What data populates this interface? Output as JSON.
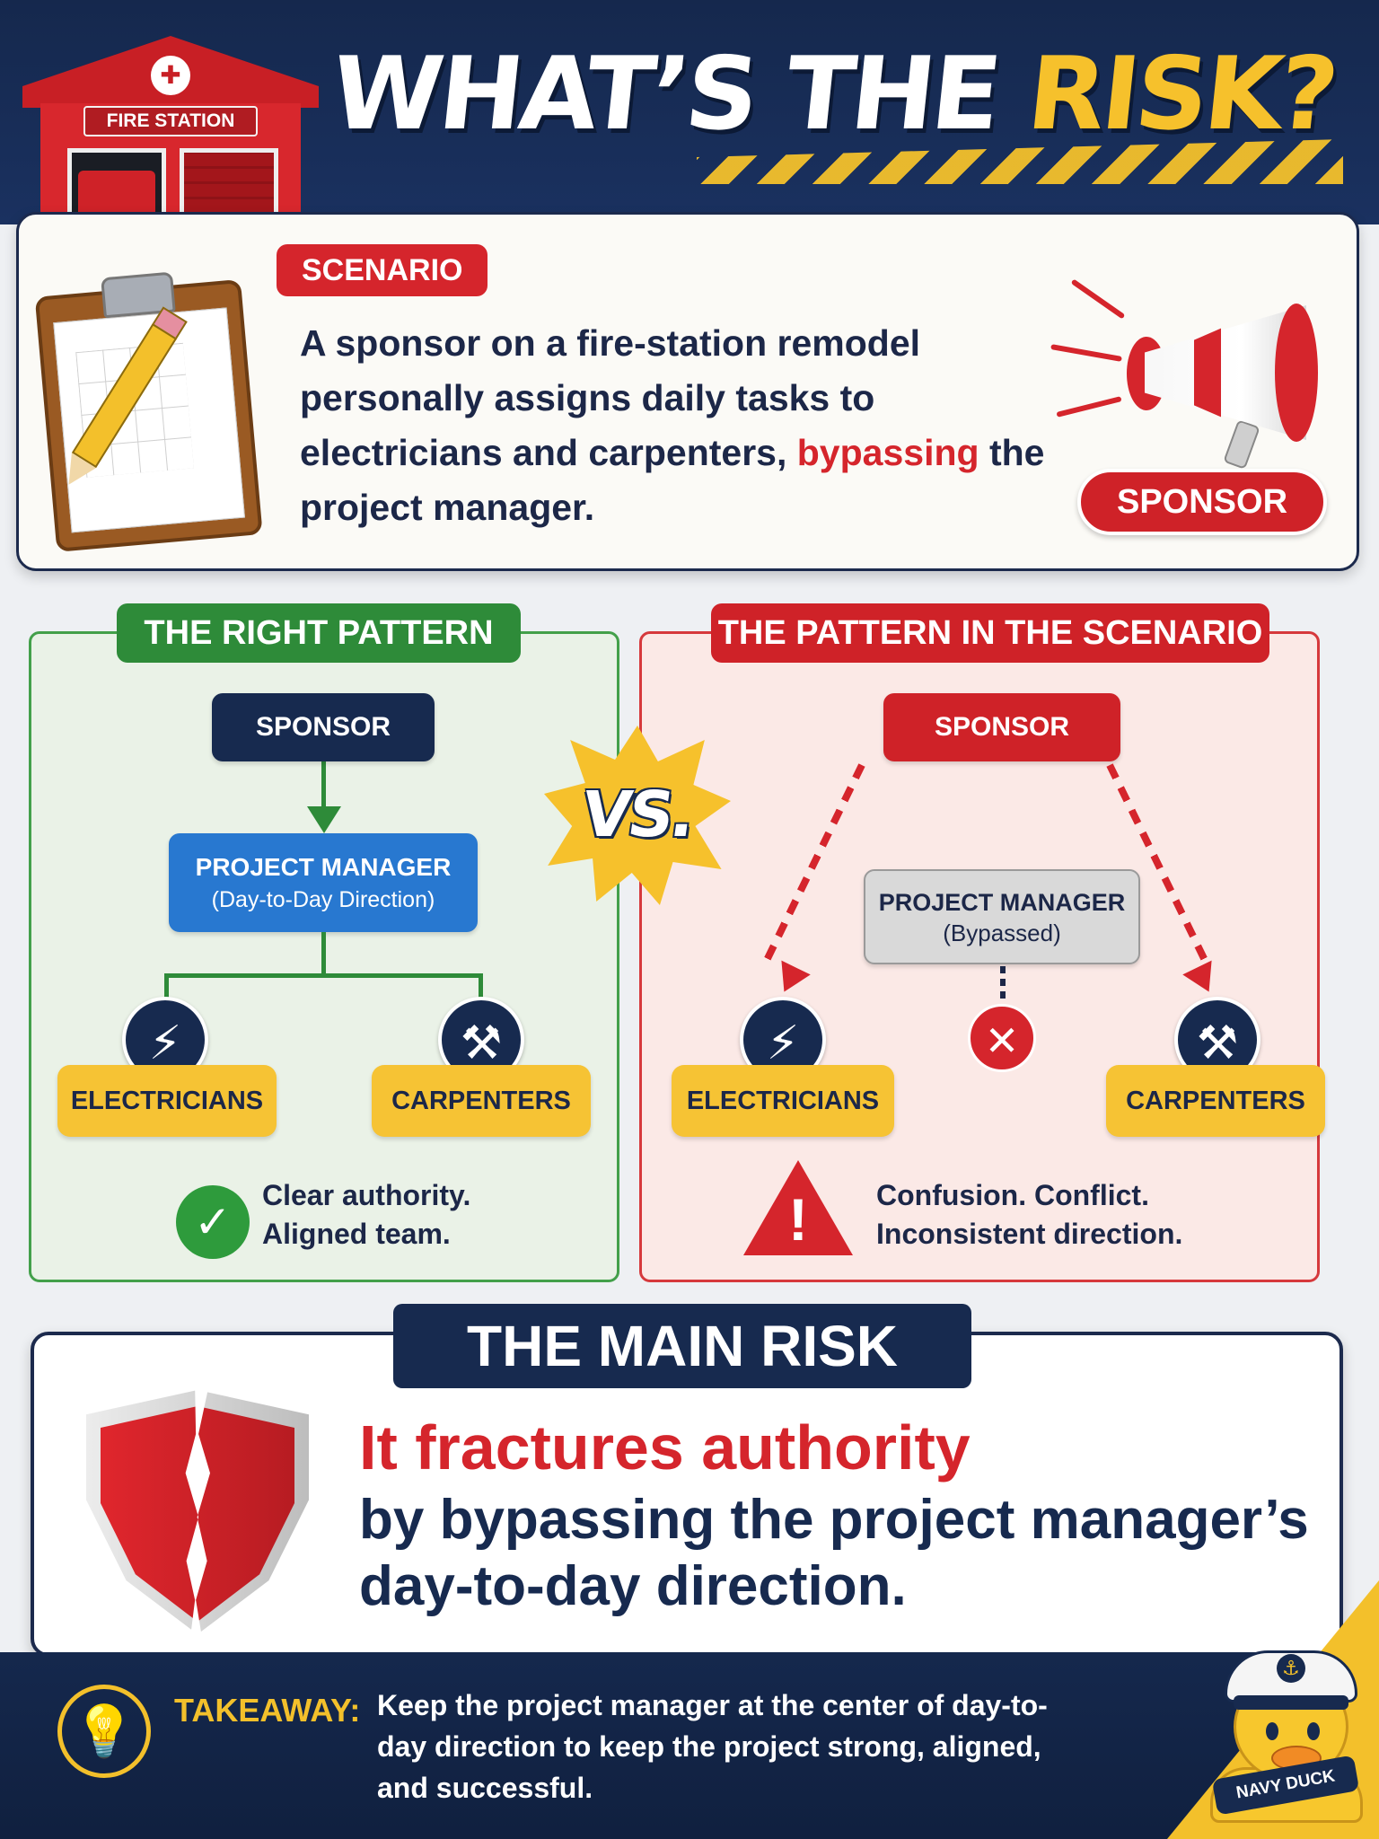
{
  "header": {
    "title_main": "WHAT’S THE ",
    "title_highlight": "RISK?",
    "station_sign": "FIRE STATION"
  },
  "scenario": {
    "tag": "SCENARIO",
    "text_before": "A sponsor on a fire-station remodel personally assigns daily tasks to electricians and carpenters, ",
    "text_highlight": "bypassing",
    "text_after": " the project manager.",
    "badge": "SPONSOR"
  },
  "right_pattern": {
    "tag": "THE RIGHT PATTERN",
    "sponsor": "SPONSOR",
    "pm_title": "PROJECT MANAGER",
    "pm_sub": "(Day-to-Day Direction)",
    "role_left": "ELECTRICIANS",
    "role_right": "CARPENTERS",
    "note_line1": "Clear authority.",
    "note_line2": "Aligned team."
  },
  "vs": "VS.",
  "scenario_pattern": {
    "tag": "THE PATTERN IN THE SCENARIO",
    "sponsor": "SPONSOR",
    "pm_title": "PROJECT MANAGER",
    "pm_sub": "(Bypassed)",
    "role_left": "ELECTRICIANS",
    "role_right": "CARPENTERS",
    "note_line1": "Confusion. Conflict.",
    "note_line2": "Inconsistent direction."
  },
  "main_risk": {
    "tag": "THE MAIN RISK",
    "headline": "It fractures authority",
    "body": "by bypassing the project manager’s day-to-day direction."
  },
  "takeaway": {
    "label": "TAKEAWAY:",
    "text": "Keep the project manager at the center of day-to-day direction to keep the project strong, aligned, and successful."
  },
  "mascot_label": "NAVY DUCK",
  "icons": {
    "electric": "lightning-bolt-icon",
    "carpentry": "hammer-icon",
    "success": "checkmark-icon",
    "warning": "warning-triangle-icon",
    "blocked": "x-mark-icon",
    "idea": "lightbulb-icon"
  },
  "colors": {
    "navy": "#172a4f",
    "red": "#d5252c",
    "green": "#2e8b39",
    "blue": "#2878d0",
    "yellow": "#f6c334"
  }
}
